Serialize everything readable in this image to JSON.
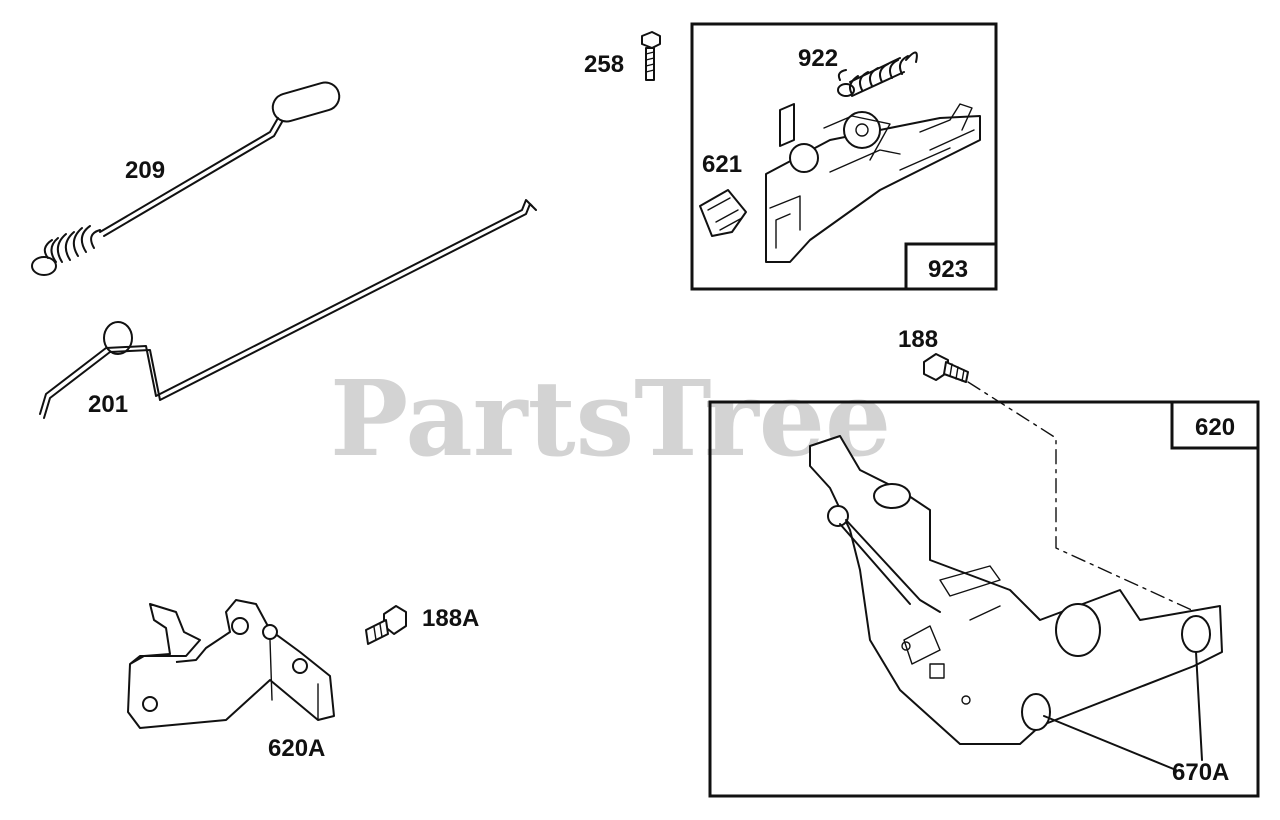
{
  "watermark": "PartsTree",
  "callouts": {
    "c209": "209",
    "c201": "201",
    "c258": "258",
    "c922": "922",
    "c621": "621",
    "c923": "923",
    "c188": "188",
    "c620": "620",
    "c188a": "188A",
    "c620a": "620A",
    "c670a": "670A"
  }
}
